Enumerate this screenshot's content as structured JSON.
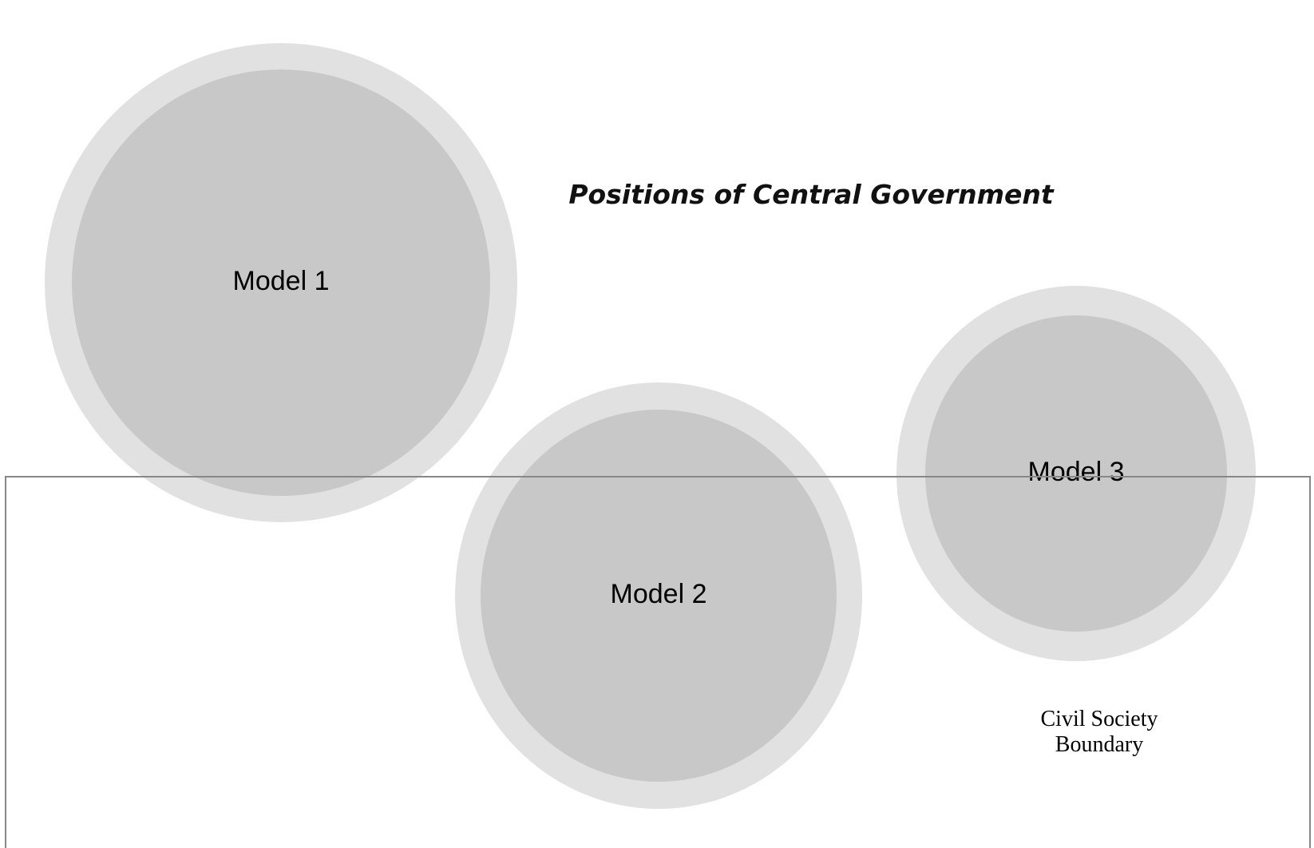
{
  "title": "Positions of Central Government",
  "models": [
    {
      "label": "Model 1"
    },
    {
      "label": "Model 2"
    },
    {
      "label": "Model 3"
    }
  ],
  "boundary": {
    "label_line1": "Civil Society",
    "label_line2": "Boundary"
  },
  "colors": {
    "outer_ring": "#e1e1e1",
    "inner_disc": "#c8c8c8",
    "boundary_line": "#888888"
  }
}
